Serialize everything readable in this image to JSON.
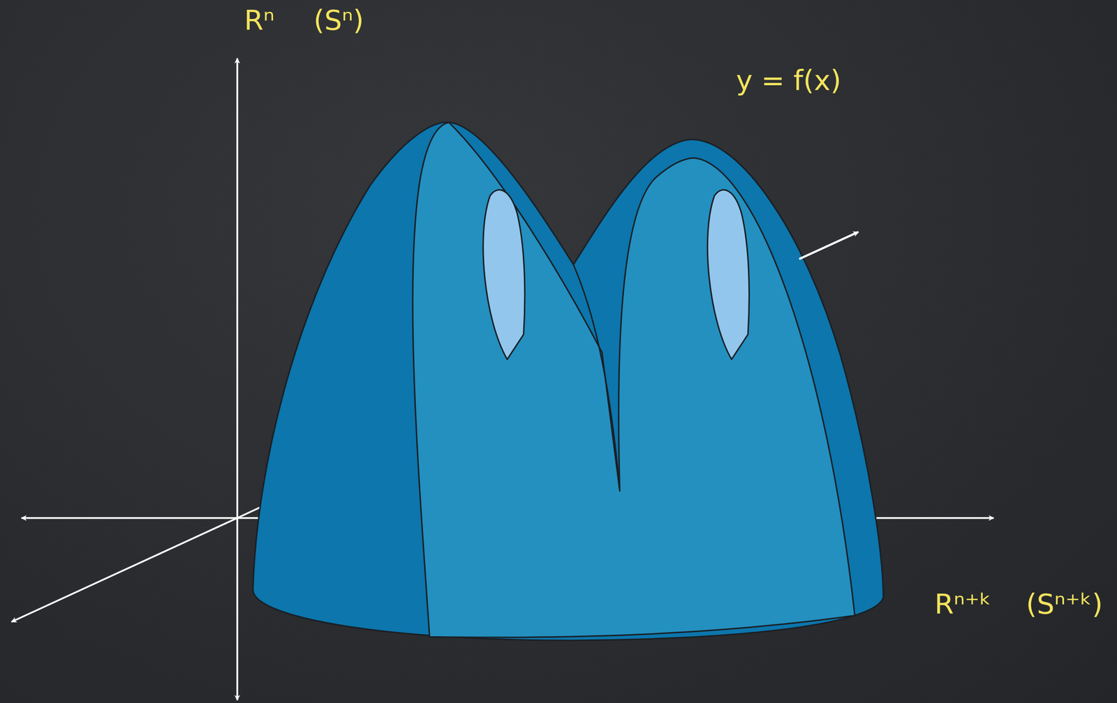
{
  "diagram": {
    "labels": [
      "Rⁿ",
      "(Sⁿ)",
      "y = f(x)",
      "Rⁿ⁺ᵏ",
      "(Sⁿ⁺ᵏ)"
    ]
  }
}
